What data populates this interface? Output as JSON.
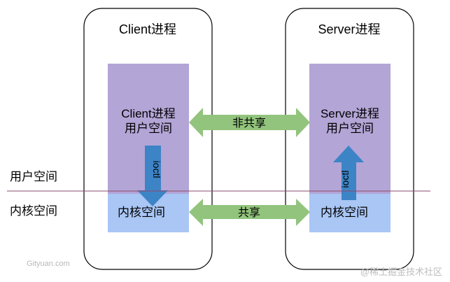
{
  "client": {
    "title": "Client进程",
    "user_label": [
      "Client进程",
      "用户空间"
    ],
    "kernel_label": "内核空间"
  },
  "server": {
    "title": "Server进程",
    "user_label": [
      "Server进程",
      "用户空间"
    ],
    "kernel_label": "内核空间"
  },
  "arrows": {
    "user_link": "非共享",
    "kernel_link": "共享",
    "client_ioctl": "ioctl",
    "server_ioctl": "ioctl"
  },
  "boundary": {
    "upper_label": "用户空间",
    "lower_label": "内核空间"
  },
  "watermarks": {
    "left": "Gityuan.com",
    "right": "@稀土掘金技术社区"
  },
  "colors": {
    "user_space": "#b3a5d6",
    "kernel_space": "#a9c6f5",
    "link_arrow": "#92c47d",
    "ioctl_arrow": "#3d84c6",
    "divider": "#8a4a6a"
  }
}
